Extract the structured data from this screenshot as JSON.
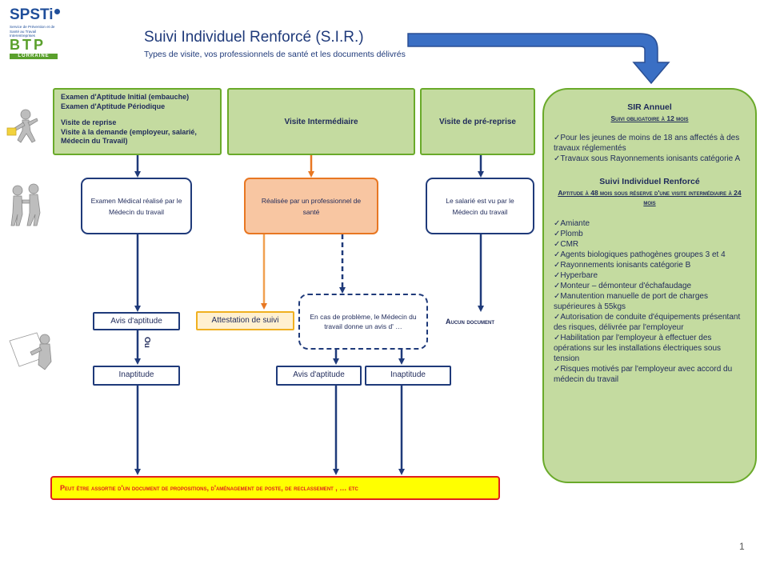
{
  "logo": {
    "name": "SPSTi",
    "subtitle": "Service de Prévention et de Santé au Travail Interentreprises",
    "btp": "BTP",
    "region": "LORRAINE"
  },
  "header": {
    "title": "Suivi Individuel Renforcé (S.I.R.)",
    "subtitle": "Types de visite, vos professionnels de santé et les documents délivrés"
  },
  "top_boxes": {
    "col1": {
      "line1": "Examen d'Aptitude Initial (embauche)",
      "line2": "Examen  d'Aptitude Périodique",
      "line3": "Visite de reprise",
      "line4": "Visite à la demande (employeur, salarié, Médecin du Travail)"
    },
    "col2": "Visite Intermédiaire",
    "col3": "Visite de pré-reprise"
  },
  "middle_boxes": {
    "col1": "Examen Médical réalisé par le Médecin du travail",
    "col2": "Réalisée par un professionnel de santé",
    "col3": "Le salarié est vu par le Médecin du travail"
  },
  "outcomes": {
    "avis1": "Avis d'aptitude",
    "ou": "Ou",
    "inapt1": "Inaptitude",
    "attestation": "Attestation de suivi",
    "problem": "En cas de problème, le Médecin du travail donne un avis d' …",
    "avis2": "Avis d'aptitude",
    "inapt2": "Inaptitude",
    "aucun": "Aucun document"
  },
  "bottom_bar": "Peut être assortie d'un document de propositions, d'aménagement de poste, de reclassement , … etc",
  "sir_panel": {
    "heading1": "SIR Annuel",
    "sub1": "Suivi obligatoire à 12 mois",
    "list1": [
      "✓Pour les jeunes de moins de 18 ans affectés à des travaux réglementés",
      "✓Travaux sous Rayonnements ionisants catégorie A"
    ],
    "heading2": "Suivi Individuel Renforcé",
    "sub2": "Aptitude à 48 mois sous réserve d'une visite intermédiaire à 24 mois",
    "list2": [
      "✓Amiante",
      "✓Plomb",
      "✓CMR",
      "✓Agents biologiques pathogènes groupes 3 et 4",
      "✓Rayonnements ionisants catégorie B",
      "✓Hyperbare",
      "✓Monteur – démonteur d'échafaudage",
      "✓Manutention manuelle de port de charges supérieures à 55kgs",
      "✓Autorisation de conduite d'équipements présentant des risques, délivrée par l'employeur",
      "✓Habilitation par l'employeur  à effectuer des opérations sur les installations électriques sous tension",
      "✓Risques motivés par l'employeur avec accord du médecin du travail"
    ]
  },
  "page_number": "1",
  "colors": {
    "navy": "#1f3a7a",
    "green_fill": "#c4dba0",
    "green_border": "#6aaa2a",
    "orange": "#e87722",
    "red": "#e0201e",
    "yellow": "#ffff00",
    "arrow_blue": "#3a6fc4"
  },
  "icons": [
    "running-figure-icon",
    "two-figures-icon",
    "figure-with-paper-icon",
    "big-curved-arrow-icon"
  ]
}
